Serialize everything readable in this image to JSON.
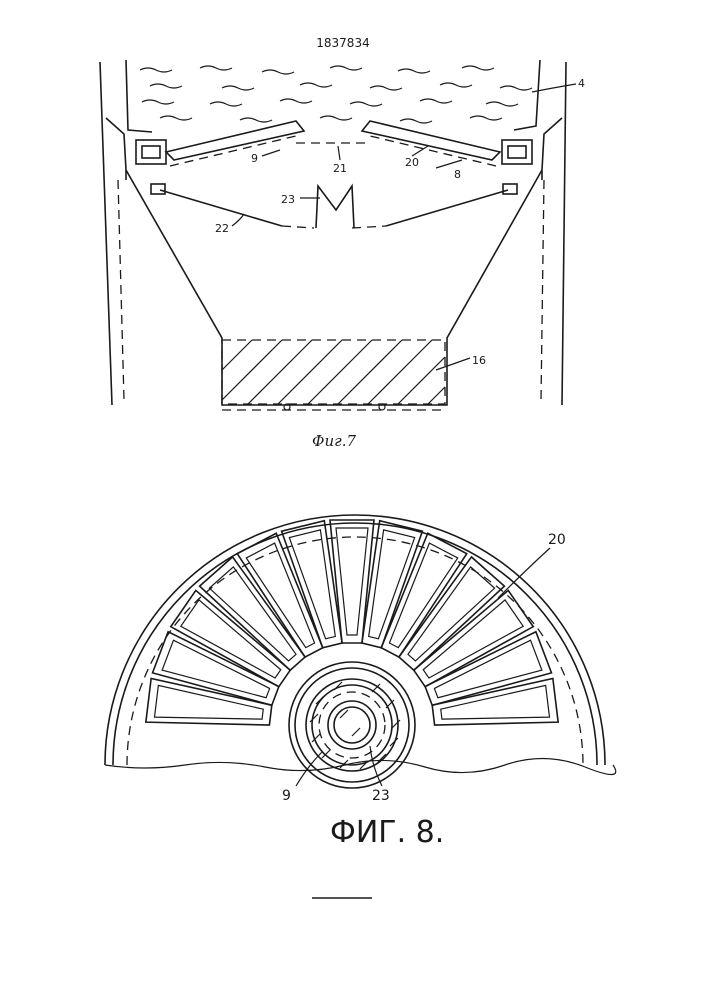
{
  "document": {
    "patent_number": "1837834"
  },
  "figure7": {
    "caption": "Фиг.7",
    "labels": {
      "liquid_vessel": "4",
      "part_9": "9",
      "part_21": "21",
      "part_20": "20",
      "part_8": "8",
      "part_23": "23",
      "part_22": "22",
      "part_16": "16"
    }
  },
  "figure8": {
    "caption": "ФИГ. 8.",
    "labels": {
      "part_20": "20",
      "part_9": "9",
      "part_23": "23"
    }
  }
}
